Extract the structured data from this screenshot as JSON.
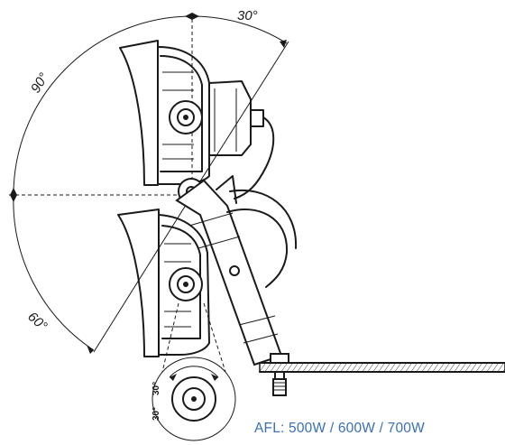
{
  "diagram": {
    "angles": {
      "top_tilt": "30°",
      "upper_arc": "90°",
      "lower_arc": "60°",
      "detail_upper": "30°",
      "detail_lower": "30°"
    },
    "caption": "AFL: 500W / 600W / 700W"
  }
}
